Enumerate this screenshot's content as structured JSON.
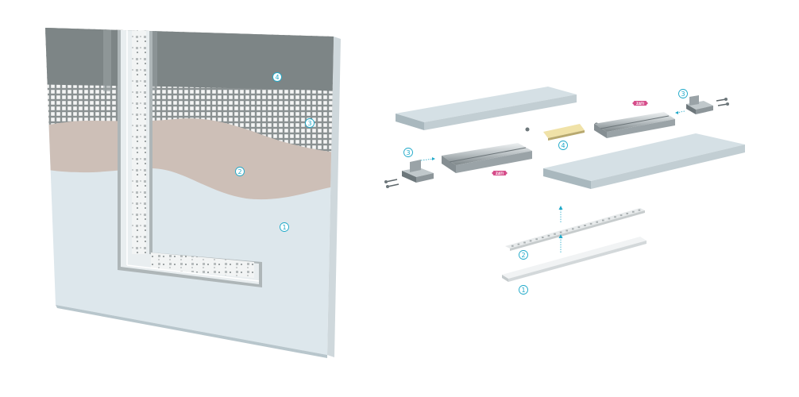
{
  "colors": {
    "accent": "#1fa9c9",
    "zati_tag": "#d64d8a",
    "plaster_top": "#7c8485",
    "mesh": "#8d9495",
    "filler": "#cdbfb8",
    "board": "#dfe8ee",
    "panel_blue": "#a9c2cc"
  },
  "wall_callouts": [
    {
      "label": "4"
    },
    {
      "label": "3"
    },
    {
      "label": "2"
    },
    {
      "label": "1"
    }
  ],
  "exploded_callouts": [
    {
      "label": "3"
    },
    {
      "label": "4"
    },
    {
      "label": "3"
    },
    {
      "label": "2"
    },
    {
      "label": "1"
    }
  ],
  "zati_tags": [
    {
      "label": "ZATI"
    },
    {
      "label": "ZATI"
    }
  ],
  "icons": [
    "screw-icon",
    "arrow-up-icon",
    "arrow-right-icon",
    "arrow-left-icon"
  ]
}
